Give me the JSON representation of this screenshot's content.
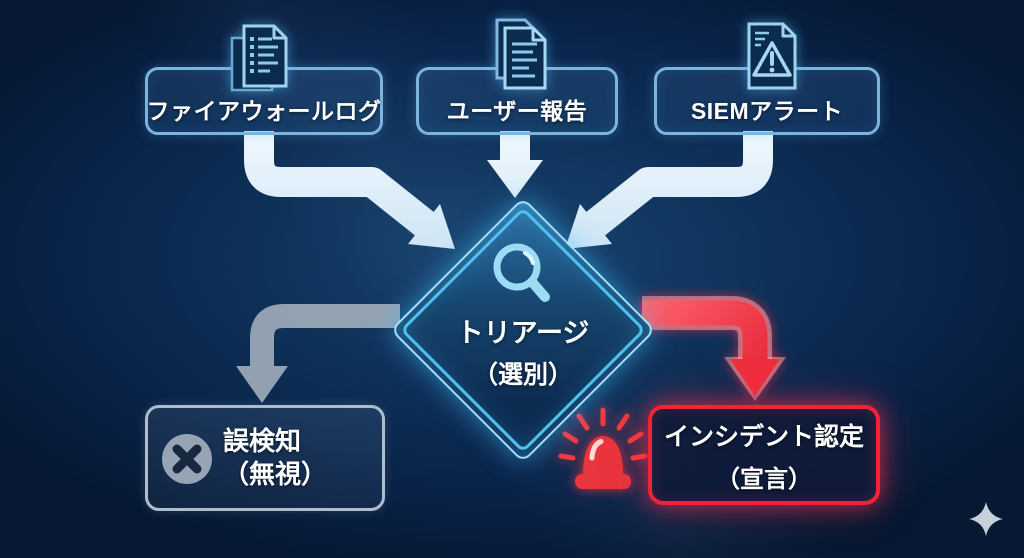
{
  "sources": [
    {
      "label": "ファイアウォールログ",
      "icon": "log-document-icon"
    },
    {
      "label": "ユーザー報告",
      "icon": "report-documents-icon"
    },
    {
      "label": "SIEMアラート",
      "icon": "alert-document-icon"
    }
  ],
  "triage": {
    "line1": "トリアージ",
    "line2": "（選別）",
    "icon": "magnifier-icon"
  },
  "false_positive": {
    "line1": "誤検知",
    "line2": "（無視）",
    "icon": "x-circle-icon"
  },
  "incident": {
    "line1": "インシデント認定",
    "line2": "（宣言）",
    "icon": "siren-icon"
  },
  "decorations": {
    "sparkle": "sparkle-icon"
  },
  "colors": {
    "background_navy": "#0e3058",
    "panel_border_blue": "#7db4dc",
    "diamond_cyan": "#4ec2ef",
    "arrow_light": "#ddeefa",
    "arrow_gray": "#9aa8b6",
    "arrow_red": "#ee2f3c",
    "incident_border_red": "#f02438",
    "siren_red": "#e9343c",
    "false_positive_gray": "#97a4b3",
    "sparkle_gray": "#c6d0da",
    "text_white": "#ffffff"
  }
}
